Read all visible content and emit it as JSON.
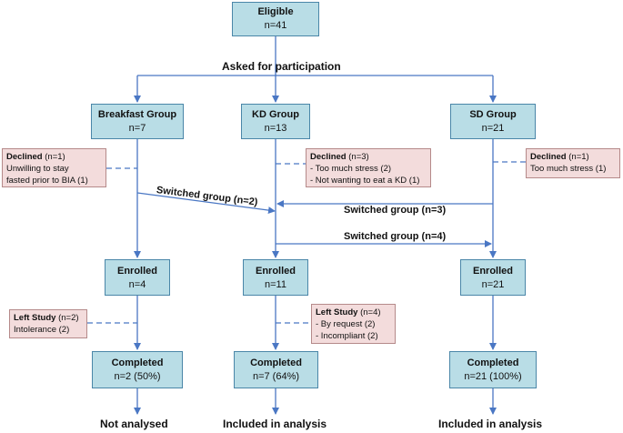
{
  "boxes": {
    "eligible": {
      "title": "Eligible",
      "count": "n=41"
    },
    "breakfast": {
      "title": "Breakfast Group",
      "count": "n=7"
    },
    "kd": {
      "title": "KD Group",
      "count": "n=13"
    },
    "sd": {
      "title": "SD Group",
      "count": "n=21"
    },
    "enrolled_breakfast": {
      "title": "Enrolled",
      "count": "n=4"
    },
    "enrolled_kd": {
      "title": "Enrolled",
      "count": "n=11"
    },
    "enrolled_sd": {
      "title": "Enrolled",
      "count": "n=21"
    },
    "completed_breakfast": {
      "title": "Completed",
      "count": "n=2 (50%)"
    },
    "completed_kd": {
      "title": "Completed",
      "count": "n=7 (64%)"
    },
    "completed_sd": {
      "title": "Completed",
      "count": "n=21 (100%)"
    }
  },
  "labels": {
    "asked": "Asked for participation",
    "switched_bf_to_kd": "Switched group (n=2)",
    "switched_sd_to_kd": "Switched group (n=3)",
    "switched_kd_to_sd": "Switched group (n=4)"
  },
  "notes": {
    "declined_bf": {
      "title": "Declined",
      "count": " (n=1)",
      "lines": [
        "Unwilling to stay",
        "fasted prior to BIA (1)"
      ]
    },
    "declined_kd": {
      "title": "Declined",
      "count": " (n=3)",
      "lines": [
        "- Too much stress (2)",
        "- Not wanting to eat a KD (1)"
      ]
    },
    "declined_sd": {
      "title": "Declined",
      "count": " (n=1)",
      "lines": [
        "Too much stress (1)"
      ]
    },
    "left_bf": {
      "title": "Left Study",
      "count": " (n=2)",
      "lines": [
        "Intolerance (2)"
      ]
    },
    "left_kd": {
      "title": "Left Study",
      "count": " (n=4)",
      "lines": [
        "- By request (2)",
        "- Incompliant (2)"
      ]
    }
  },
  "outcomes": {
    "breakfast": "Not analysed",
    "kd": "Included in analysis",
    "sd": "Included in analysis"
  },
  "colors": {
    "box_fill": "#b9dde6",
    "box_border": "#4a86a8",
    "note_fill": "#f3dcdc",
    "line": "#4a77c4"
  }
}
